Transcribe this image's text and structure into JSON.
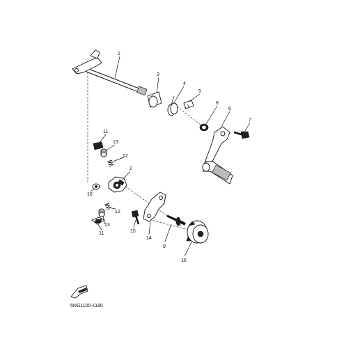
{
  "diagram": {
    "callouts": [
      "1",
      "2",
      "3",
      "4",
      "5",
      "6",
      "7",
      "8",
      "9",
      "10",
      "11",
      "12",
      "13",
      "14",
      "15",
      "16",
      "11",
      "12",
      "13"
    ],
    "drawing_code": "5NG1100-1180",
    "front_icon": "front-arrow-icon"
  }
}
